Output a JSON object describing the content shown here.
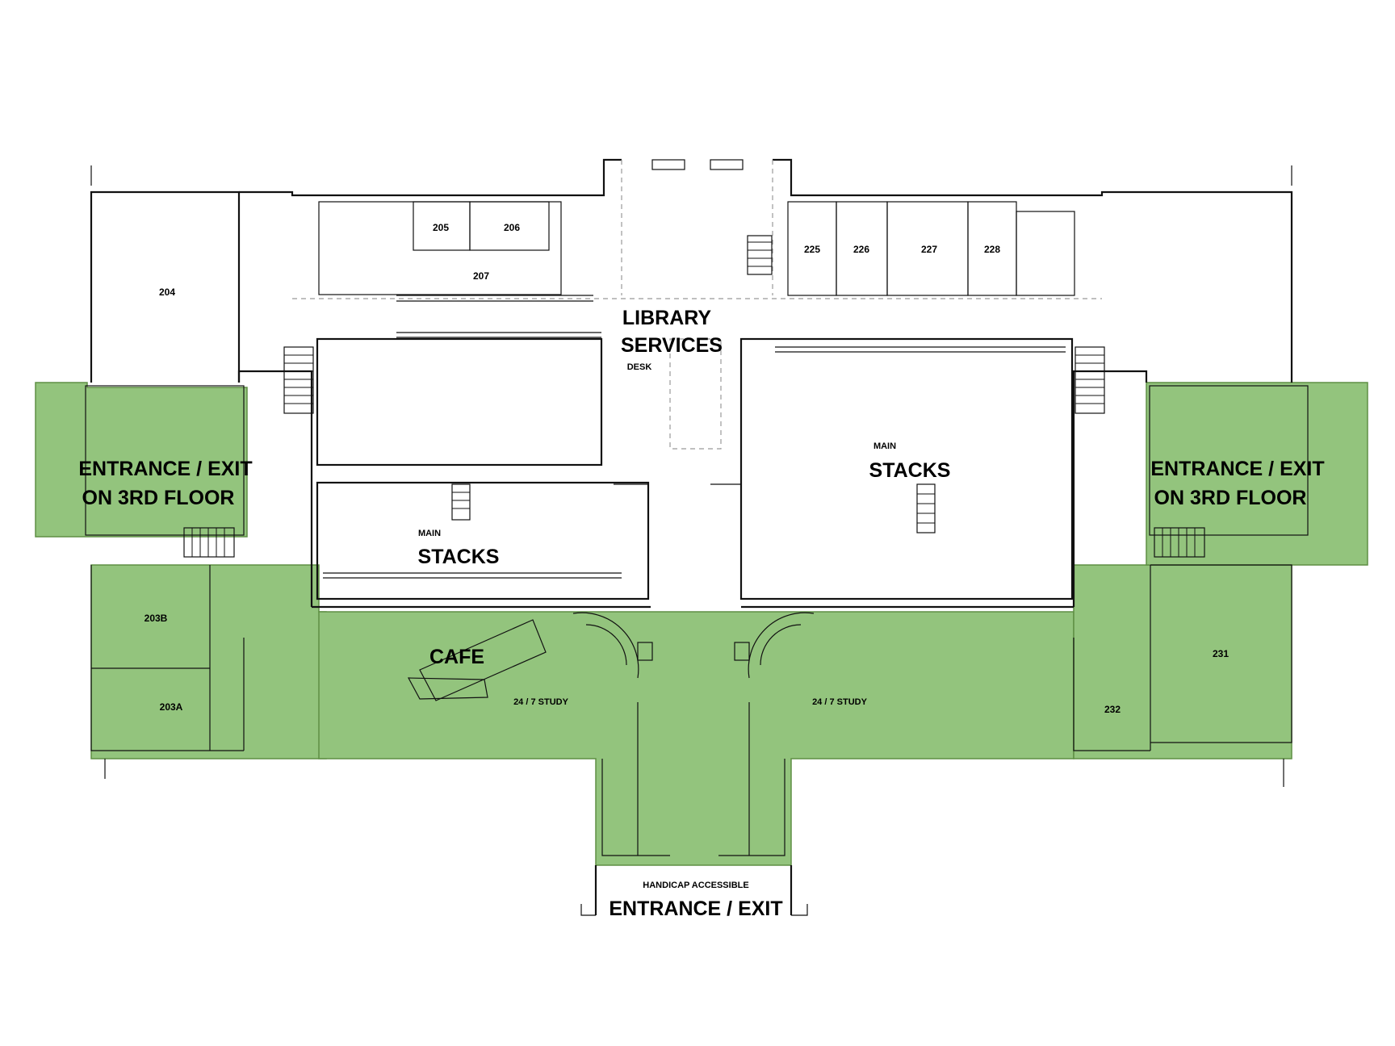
{
  "colors": {
    "accessible_zone": "#93c47d",
    "zone_edge": "#5f8f45",
    "walls": "#111111",
    "background": "#ffffff"
  },
  "labels": {
    "room_204": "204",
    "room_205": "205",
    "room_206": "206",
    "room_207": "207",
    "room_225": "225",
    "room_226": "226",
    "room_227": "227",
    "room_228": "228",
    "room_203b": "203B",
    "room_203a": "203A",
    "room_231": "231",
    "room_232": "232",
    "library_services_line1": "LIBRARY",
    "library_services_line2": "SERVICES",
    "desk": "DESK",
    "main_small_left": "MAIN",
    "stacks_left": "STACKS",
    "main_small_right": "MAIN",
    "stacks_right": "STACKS",
    "entrance_left_line1": "ENTRANCE / EXIT",
    "entrance_left_line2": "ON 3RD FLOOR",
    "entrance_right_line1": "ENTRANCE / EXIT",
    "entrance_right_line2": "ON 3RD FLOOR",
    "cafe": "CAFE",
    "study_left": "24 / 7 STUDY",
    "study_right": "24 / 7 STUDY",
    "handicap_accessible": "HANDICAP ACCESSIBLE",
    "main_entrance": "ENTRANCE / EXIT"
  }
}
